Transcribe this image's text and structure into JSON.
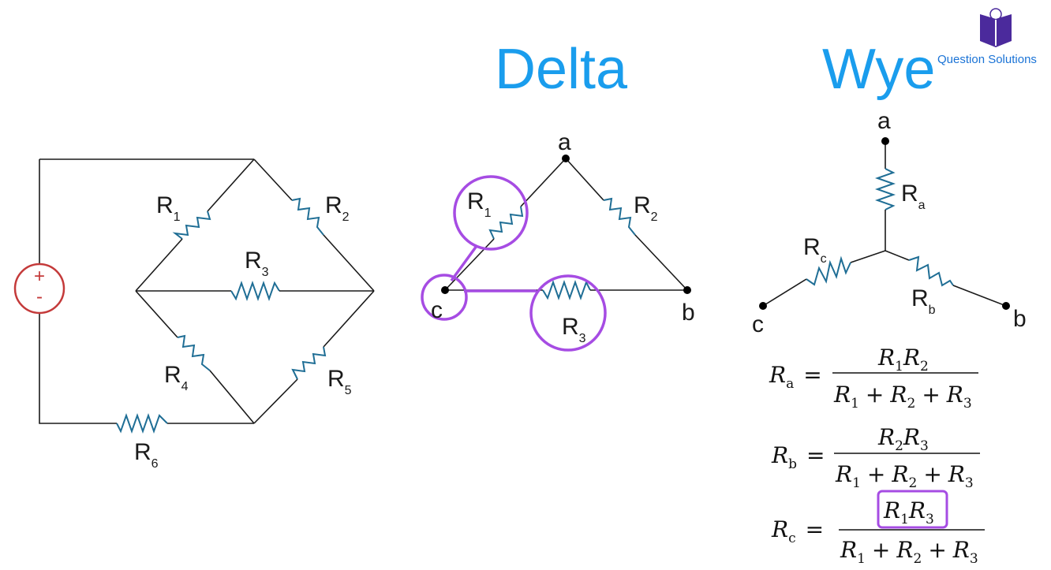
{
  "titles": {
    "delta": "Delta",
    "wye": "Wye"
  },
  "brand": {
    "text": "Question Solutions",
    "icon": "lightbulb-book-icon"
  },
  "colors": {
    "title": "#1a9ded",
    "brand": "#1a73d6",
    "resistor": "#1f6e95",
    "highlight": "#a64ce3",
    "source": "#c43a3a",
    "logo": "#4b2a9c"
  },
  "circuit": {
    "source": {
      "plus": "+",
      "minus": "-"
    },
    "resistors": [
      {
        "name": "R",
        "sub": "1"
      },
      {
        "name": "R",
        "sub": "2"
      },
      {
        "name": "R",
        "sub": "3"
      },
      {
        "name": "R",
        "sub": "4"
      },
      {
        "name": "R",
        "sub": "5"
      },
      {
        "name": "R",
        "sub": "6"
      }
    ]
  },
  "delta": {
    "nodes": [
      "a",
      "b",
      "c"
    ],
    "resistors": [
      {
        "name": "R",
        "sub": "1"
      },
      {
        "name": "R",
        "sub": "2"
      },
      {
        "name": "R",
        "sub": "3"
      }
    ]
  },
  "wye": {
    "nodes": [
      "a",
      "b",
      "c"
    ],
    "resistors": [
      {
        "name": "R",
        "sub": "a"
      },
      {
        "name": "R",
        "sub": "b"
      },
      {
        "name": "R",
        "sub": "c"
      }
    ]
  },
  "equations": {
    "var": "R",
    "equals": "=",
    "plus": "+",
    "lhs": [
      "a",
      "b",
      "c"
    ],
    "numerators": [
      [
        "1",
        "2"
      ],
      [
        "2",
        "3"
      ],
      [
        "1",
        "3"
      ]
    ],
    "denominator": [
      "1",
      "2",
      "3"
    ]
  }
}
